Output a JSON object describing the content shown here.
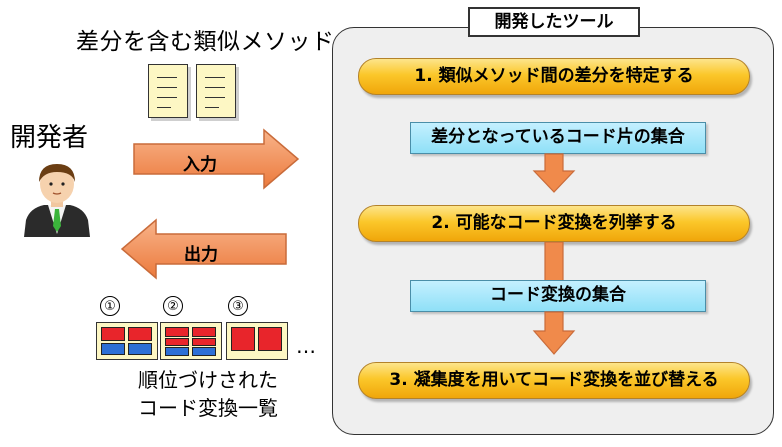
{
  "left": {
    "title": "差分を含む類似メソッド",
    "developer_label": "開発者",
    "input_label": "入力",
    "output_label": "出力",
    "ranks": [
      "①",
      "②",
      "③"
    ],
    "ellipsis": "…",
    "list_line1": "順位づけされた",
    "list_line2": "コード変換一覧"
  },
  "panel": {
    "title": "開発したツール",
    "step1": "1. 類似メソッド間の差分を特定する",
    "result1": "差分となっているコード片の集合",
    "step2": "2. 可能なコード変換を列挙する",
    "result2": "コード変換の集合",
    "step3": "3. 凝集度を用いてコード変換を並び替える"
  },
  "colors": {
    "arrow_orange": "#f08a4b",
    "step_gold": "#fbc72a",
    "result_cyan": "#8fe0f7",
    "panel_bg": "#efefef",
    "doc_yellow": "#fdf7c4"
  }
}
